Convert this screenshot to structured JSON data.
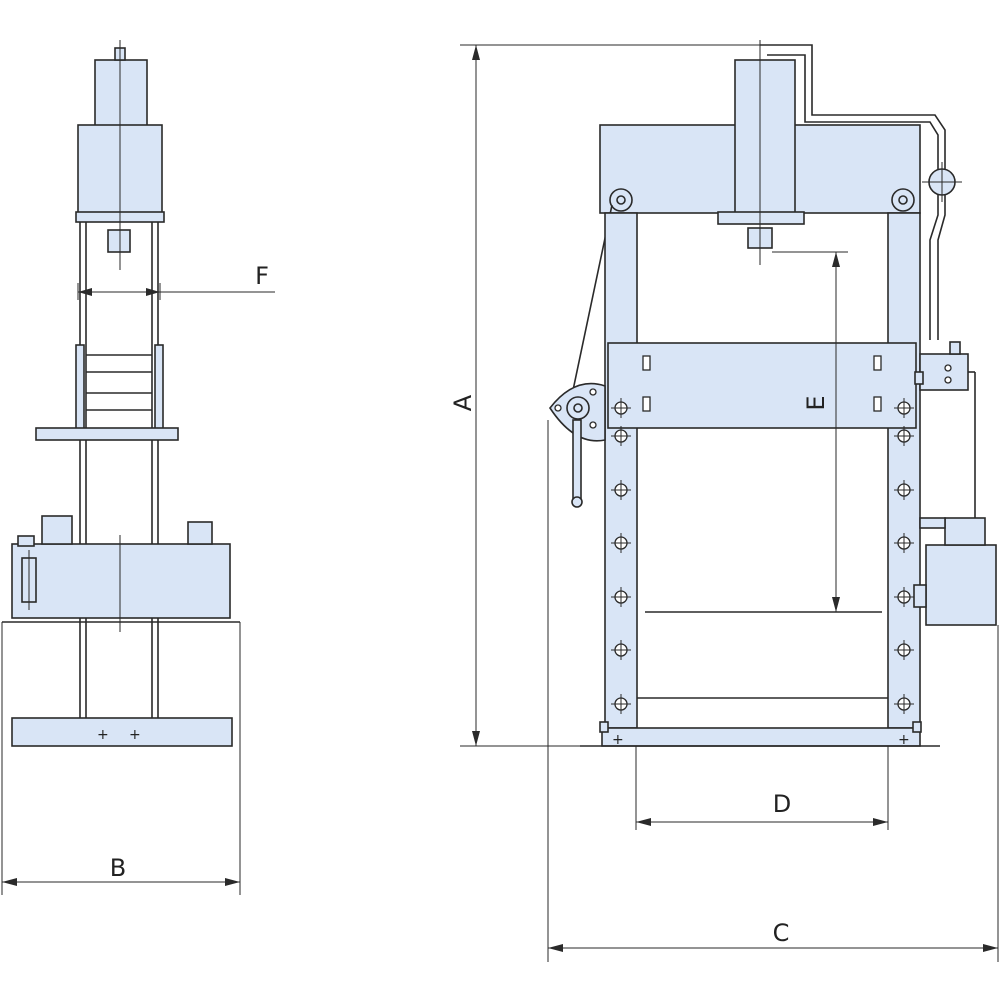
{
  "labels": {
    "A": "A",
    "B": "B",
    "C": "C",
    "D": "D",
    "E": "E",
    "F": "F"
  },
  "colors": {
    "body_fill": "#d9e5f6",
    "outline": "#2a2a2a",
    "background": "#ffffff"
  }
}
